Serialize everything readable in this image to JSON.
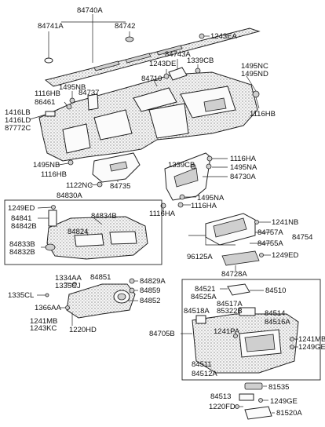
{
  "labels": {
    "l84740A": "84740A",
    "l84741A": "84741A",
    "l84742": "84742",
    "l1243EA": "1243EA",
    "l84743A": "84743A",
    "l1243DE": "1243DE",
    "l1339CB_top": "1339CB",
    "l1495NC": "1495NC",
    "l1495ND": "1495ND",
    "l84710": "84710",
    "l1495NB_top": "1495NB",
    "l1116HB_a": "1116HB",
    "l86461": "86461",
    "l84737": "84737",
    "l1416LB": "1416LB",
    "l1416LD": "1416LD",
    "l87772C": "87772C",
    "l1116HB_right": "1116HB",
    "l1495NB_mid": "1495NB",
    "l1116HB_mid": "1116HB",
    "l1116HA_a": "1116HA",
    "l1339CB_mid": "1339CB",
    "l1495NA_a": "1495NA",
    "l84730A": "84730A",
    "l1122NC": "1122NC",
    "l84735": "84735",
    "l1495NA_b": "1495NA",
    "l1116HA_b": "1116HA",
    "l1116HA_c": "1116HA",
    "l84830A": "84830A",
    "l1249ED_a": "1249ED",
    "l84841": "84841",
    "l84842B": "84842B",
    "l84834B": "84834B",
    "l84824": "84824",
    "l84833B": "84833B",
    "l84832B": "84832B",
    "l1241NB": "1241NB",
    "l84757A": "84757A",
    "l84754": "84754",
    "l84755A": "84755A",
    "l96125A": "96125A",
    "l1249ED_b": "1249ED",
    "l84728A": "84728A",
    "l1334AA": "1334AA",
    "l1335CJ": "1335CJ",
    "l84851": "84851",
    "l84829A": "84829A",
    "l84859": "84859",
    "l1335CL": "1335CL",
    "l84852": "84852",
    "l1366AA": "1366AA",
    "l1241MB_left": "1241MB",
    "l1243KC": "1243KC",
    "l1220HD": "1220HD",
    "l84521": "84521",
    "l84525A": "84525A",
    "l84510": "84510",
    "l84517A": "84517A",
    "l85322B": "85322B",
    "l84518A": "84518A",
    "l84514": "84514",
    "l84516A": "84516A",
    "l1241PA": "1241PA",
    "l84705B": "84705B",
    "l1241MB_right": "1241MB",
    "l1249GE_a": "1249GE",
    "l84511": "84511",
    "l84512A": "84512A",
    "l81535": "81535",
    "l84513": "84513",
    "l1249GE_b": "1249GE",
    "l1220FD": "1220FD",
    "l81520A": "81520A"
  }
}
